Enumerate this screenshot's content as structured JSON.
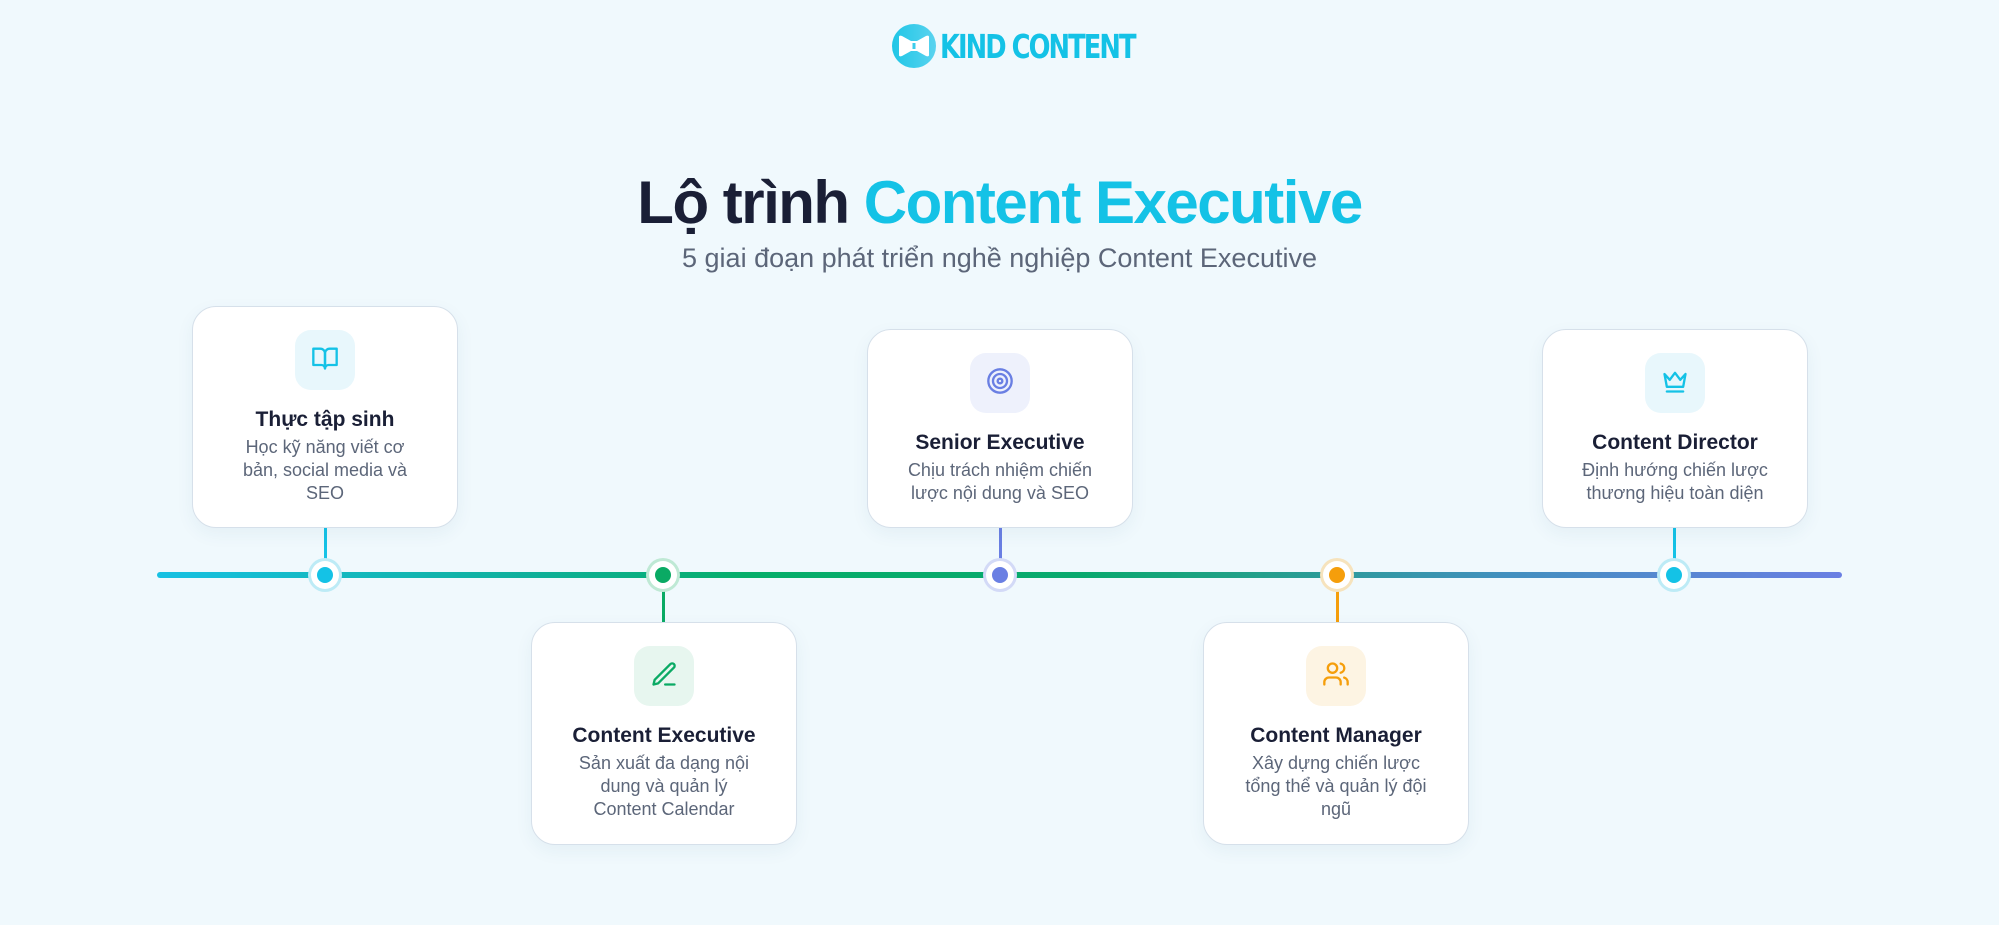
{
  "brand": {
    "logo_icon": "bow-tie-icon",
    "name": "KIND CONTENT",
    "color": "#14c2e6"
  },
  "header": {
    "title_part1": "Lộ trình",
    "title_part2": "Content Executive",
    "subtitle": "5 giai đoạn phát triển nghề nghiệp Content Executive"
  },
  "timeline": {
    "gradient": [
      "#17c1e3",
      "#06ae6a",
      "#6a7fe3"
    ],
    "stages": [
      {
        "title": "Thực tập sinh",
        "description": "Học kỹ năng viết cơ bản, social media và SEO",
        "icon": "book-open-icon",
        "color": "#14c2e6",
        "icon_bg": "#e8f7fc",
        "position": "above"
      },
      {
        "title": "Content Executive",
        "description": "Sản xuất đa dạng nội dung và quản lý Content Calendar",
        "icon": "pencil-icon",
        "color": "#0aaa64",
        "icon_bg": "#e7f6ef",
        "position": "below"
      },
      {
        "title": "Senior Executive",
        "description": "Chịu trách nhiệm chiến lược nội dung và SEO",
        "icon": "target-icon",
        "color": "#6a7fe3",
        "icon_bg": "#eef1fc",
        "position": "above"
      },
      {
        "title": "Content Manager",
        "description": "Xây dựng chiến lược tổng thể và quản lý đội ngũ",
        "icon": "users-icon",
        "color": "#f59e0b",
        "icon_bg": "#fdf4e3",
        "position": "below"
      },
      {
        "title": "Content Director",
        "description": "Định hướng chiến lược thương hiệu toàn diện",
        "icon": "crown-icon",
        "color": "#14c2e6",
        "icon_bg": "#e8f7fc",
        "position": "above"
      }
    ]
  }
}
